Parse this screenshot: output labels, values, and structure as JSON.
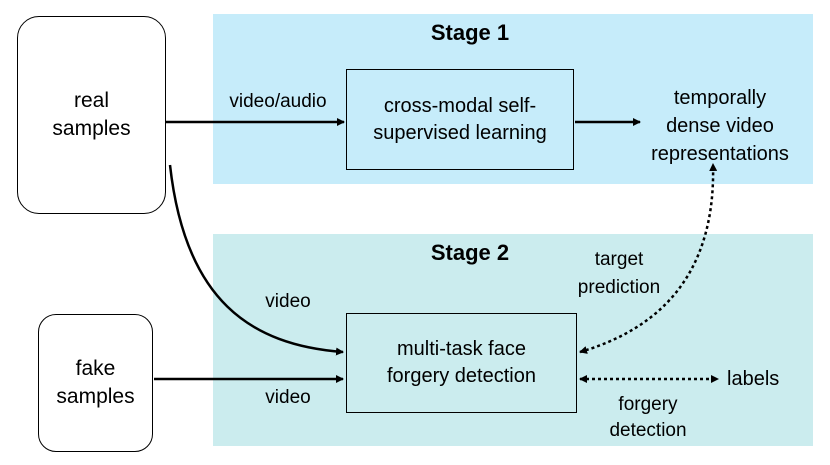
{
  "stage1": {
    "title": "Stage 1"
  },
  "stage2": {
    "title": "Stage 2"
  },
  "real_samples": {
    "line1": "real",
    "line2": "samples"
  },
  "fake_samples": {
    "line1": "fake",
    "line2": "samples"
  },
  "cross_modal_box": {
    "line1": "cross-modal self-",
    "line2": "supervised learning"
  },
  "multitask_box": {
    "line1": "multi-task face",
    "line2": "forgery detection"
  },
  "output_representations": {
    "line1": "temporally",
    "line2": "dense video",
    "line3": "representations"
  },
  "labels_node": {
    "text": "labels"
  },
  "edge_labels": {
    "video_audio": "video/audio",
    "video_real": "video",
    "video_fake": "video",
    "target_prediction_line1": "target",
    "target_prediction_line2": "prediction",
    "forgery_detection_line1": "forgery",
    "forgery_detection_line2": "detection"
  },
  "colors": {
    "stage1_fill": "#c6ecfa",
    "stage2_fill": "#cbecee",
    "stroke": "#000000"
  }
}
